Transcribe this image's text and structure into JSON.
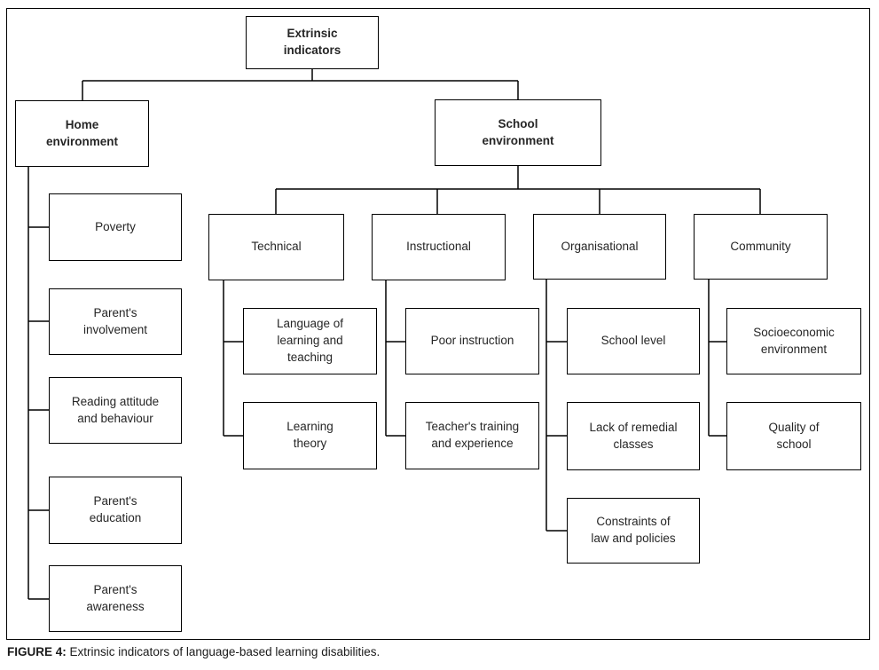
{
  "caption": {
    "label": "FIGURE 4:",
    "text": "Extrinsic indicators of language-based learning disabilities."
  },
  "diagram": {
    "type": "tree",
    "root": {
      "label": "Extrinsic\nindicators"
    },
    "branches": [
      {
        "label": "Home\nenvironment",
        "children": [
          {
            "label": "Poverty"
          },
          {
            "label": "Parent's\ninvolvement"
          },
          {
            "label": "Reading attitude\nand behaviour"
          },
          {
            "label": "Parent's\neducation"
          },
          {
            "label": "Parent's\nawareness"
          }
        ]
      },
      {
        "label": "School\nenvironment",
        "children": [
          {
            "label": "Technical",
            "children": [
              {
                "label": "Language of\nlearning and\nteaching"
              },
              {
                "label": "Learning\ntheory"
              }
            ]
          },
          {
            "label": "Instructional",
            "children": [
              {
                "label": "Poor instruction"
              },
              {
                "label": "Teacher's training\nand experience"
              }
            ]
          },
          {
            "label": "Organisational",
            "children": [
              {
                "label": "School level"
              },
              {
                "label": "Lack of remedial\nclasses"
              },
              {
                "label": "Constraints of\nlaw and policies"
              }
            ]
          },
          {
            "label": "Community",
            "children": [
              {
                "label": "Socioeconomic\nenvironment"
              },
              {
                "label": "Quality of\nschool"
              }
            ]
          }
        ]
      }
    ]
  },
  "colors": {
    "line": "#000000",
    "text": "#262626",
    "background": "#ffffff"
  }
}
